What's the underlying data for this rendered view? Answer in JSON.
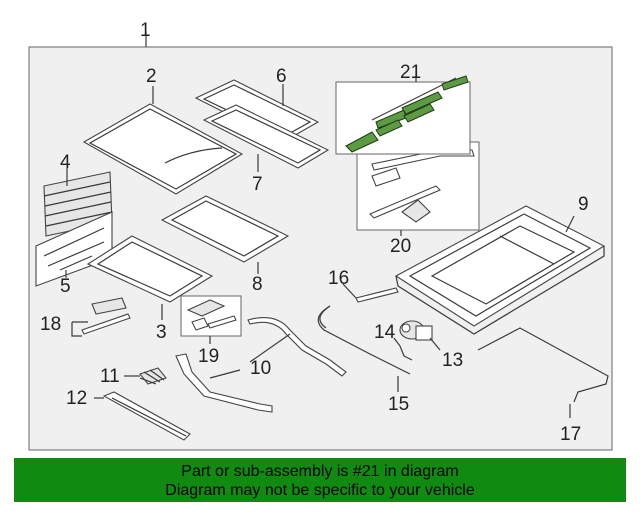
{
  "diagram": {
    "callouts": [
      "1",
      "2",
      "3",
      "4",
      "5",
      "6",
      "7",
      "8",
      "9",
      "10",
      "11",
      "12",
      "13",
      "14",
      "15",
      "16",
      "17",
      "18",
      "19",
      "20",
      "21"
    ],
    "highlighted_part": "21"
  },
  "banner": {
    "line1": "Part or sub-assembly is #21 in diagram",
    "line2": "Diagram may not be specific to your vehicle",
    "color": "#118a11"
  }
}
